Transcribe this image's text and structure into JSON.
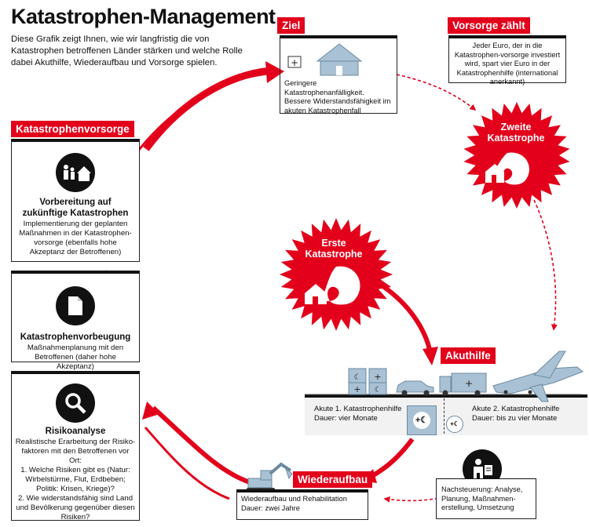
{
  "title": "Katastrophen-Management",
  "intro": "Diese Grafik zeigt Ihnen, wie wir langfristig die von Katastrophen betroffenen Länder stärken und welche Rolle dabei Akuthilfe, Wiederaufbau und Vorsorge spielen.",
  "colors": {
    "accent": "#e2001a",
    "box_border": "#111111",
    "panel": "#f2f2f2"
  },
  "ziel": {
    "label": "Ziel",
    "line1": "Geringere Katastrophenanfälligkeit.",
    "line2": "Bessere Widerstandsfähigkeit im akuten Katastrophenfall"
  },
  "vorsorge_zaehlt": {
    "label": "Vorsorge zählt",
    "text": "Jeder Euro, der in die Katastrophen-vorsorge investiert wird, spart vier Euro in der Katastrophenhilfe (international anerkannt)"
  },
  "katastrophenvorsorge": {
    "label": "Katastrophenvorsorge",
    "heading": "Vorbereitung auf zukünftige Katastrophen",
    "text": "Implementierung der geplanten Maßnahmen in der Katastrophen-vorsorge (ebenfalls hohe Akzeptanz der Betroffenen)",
    "icon": "family-house-icon"
  },
  "vorbeugung": {
    "heading": "Katastrophenvorbeugung",
    "text": "Maßnahmenplanung mit den Betroffenen (daher hohe Akzeptanz)",
    "icon": "document-icon"
  },
  "risikoanalyse": {
    "heading": "Risikoanalyse",
    "text": "Realistische Erarbeitung der Risiko-faktoren mit den Betroffenen vor Ort:\n1. Welche Risiken gibt es (Natur: Wirbelstürme, Flut, Erdbeben; Politik: Krisen, Kriege)?\n2. Wie widerstandsfähig sind Land und Bevölkerung gegenüber diesen Risiken?",
    "icon": "magnifier-icon"
  },
  "erste": {
    "text": "Erste Katastrophe"
  },
  "zweite": {
    "text": "Zweite Katastrophe"
  },
  "akuthilfe": {
    "label": "Akuthilfe",
    "akute1": "Akute 1. Katastrophenhilfe",
    "dauer1": "Dauer: vier Monate",
    "akute2": "Akute 2. Katastrophenhilfe",
    "dauer2": "Dauer: bis zu vier Monate"
  },
  "wiederaufbau": {
    "label": "Wiederaufbau",
    "line1": "Wiederaufbau und Rehabilitation",
    "line2": "Dauer: zwei Jahre"
  },
  "nachsteuerung": {
    "text": "Nachsteuerung: Analyse, Planung, Maßnahmen-erstellung, Umsetzung",
    "icon": "person-analysis-icon"
  }
}
